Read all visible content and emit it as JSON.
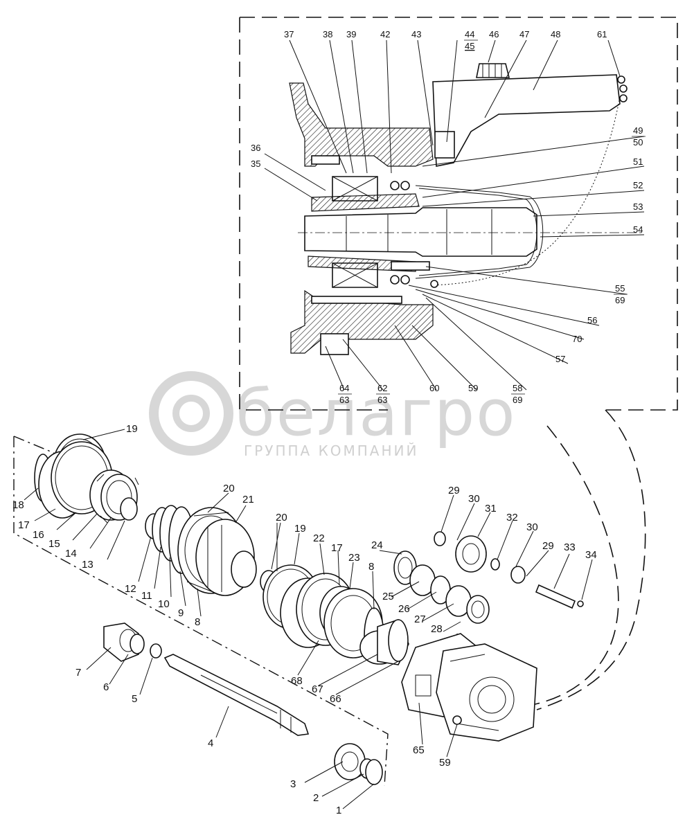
{
  "watermark": {
    "brand": "белагро",
    "tagline": "ГРУППА КОМПАНИЙ"
  },
  "detail_labels": [
    {
      "id": "37",
      "text": "37"
    },
    {
      "id": "38",
      "text": "38"
    },
    {
      "id": "39",
      "text": "39"
    },
    {
      "id": "42",
      "text": "42"
    },
    {
      "id": "43",
      "text": "43"
    },
    {
      "id": "44",
      "text": "44"
    },
    {
      "id": "45",
      "text": "45"
    },
    {
      "id": "46",
      "text": "46"
    },
    {
      "id": "47",
      "text": "47"
    },
    {
      "id": "48",
      "text": "48"
    },
    {
      "id": "61",
      "text": "61"
    },
    {
      "id": "36",
      "text": "36"
    },
    {
      "id": "35",
      "text": "35"
    },
    {
      "id": "49",
      "text": "49"
    },
    {
      "id": "50",
      "text": "50"
    },
    {
      "id": "51",
      "text": "51"
    },
    {
      "id": "52",
      "text": "52"
    },
    {
      "id": "53",
      "text": "53"
    },
    {
      "id": "54",
      "text": "54"
    },
    {
      "id": "55",
      "text": "55"
    },
    {
      "id": "69a",
      "text": "69"
    },
    {
      "id": "56",
      "text": "56"
    },
    {
      "id": "70",
      "text": "70"
    },
    {
      "id": "57",
      "text": "57"
    },
    {
      "id": "58",
      "text": "58"
    },
    {
      "id": "69b",
      "text": "69"
    },
    {
      "id": "59a",
      "text": "59"
    },
    {
      "id": "60",
      "text": "60"
    },
    {
      "id": "62",
      "text": "62"
    },
    {
      "id": "63a",
      "text": "63"
    },
    {
      "id": "64",
      "text": "64"
    },
    {
      "id": "63b",
      "text": "63"
    }
  ],
  "part_labels": [
    {
      "id": "19a",
      "text": "19"
    },
    {
      "id": "18",
      "text": "18"
    },
    {
      "id": "17a",
      "text": "17"
    },
    {
      "id": "16",
      "text": "16"
    },
    {
      "id": "15",
      "text": "15"
    },
    {
      "id": "14",
      "text": "14"
    },
    {
      "id": "13",
      "text": "13"
    },
    {
      "id": "12",
      "text": "12"
    },
    {
      "id": "11",
      "text": "11"
    },
    {
      "id": "10",
      "text": "10"
    },
    {
      "id": "9",
      "text": "9"
    },
    {
      "id": "8a",
      "text": "8"
    },
    {
      "id": "20a",
      "text": "20"
    },
    {
      "id": "21",
      "text": "21"
    },
    {
      "id": "20b",
      "text": "20"
    },
    {
      "id": "19b",
      "text": "19"
    },
    {
      "id": "22",
      "text": "22"
    },
    {
      "id": "17b",
      "text": "17"
    },
    {
      "id": "23",
      "text": "23"
    },
    {
      "id": "8b",
      "text": "8"
    },
    {
      "id": "24",
      "text": "24"
    },
    {
      "id": "25",
      "text": "25"
    },
    {
      "id": "26",
      "text": "26"
    },
    {
      "id": "27",
      "text": "27"
    },
    {
      "id": "28",
      "text": "28"
    },
    {
      "id": "29a",
      "text": "29"
    },
    {
      "id": "30a",
      "text": "30"
    },
    {
      "id": "31",
      "text": "31"
    },
    {
      "id": "32",
      "text": "32"
    },
    {
      "id": "30b",
      "text": "30"
    },
    {
      "id": "29b",
      "text": "29"
    },
    {
      "id": "33",
      "text": "33"
    },
    {
      "id": "34",
      "text": "34"
    },
    {
      "id": "7",
      "text": "7"
    },
    {
      "id": "6",
      "text": "6"
    },
    {
      "id": "5",
      "text": "5"
    },
    {
      "id": "4",
      "text": "4"
    },
    {
      "id": "3",
      "text": "3"
    },
    {
      "id": "2",
      "text": "2"
    },
    {
      "id": "1",
      "text": "1"
    },
    {
      "id": "68",
      "text": "68"
    },
    {
      "id": "67",
      "text": "67"
    },
    {
      "id": "66",
      "text": "66"
    },
    {
      "id": "65",
      "text": "65"
    },
    {
      "id": "59b",
      "text": "59"
    }
  ]
}
